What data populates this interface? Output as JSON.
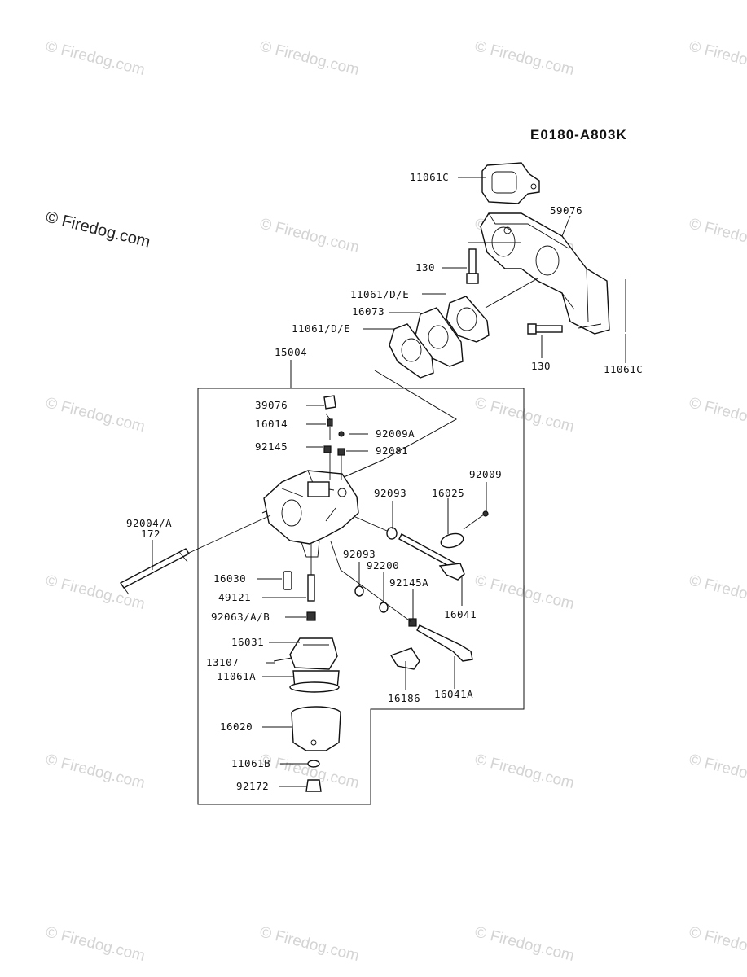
{
  "diagram_code": "E0180-A803K",
  "watermark_text": "© Firedog.com",
  "part_labels": {
    "p11061C_top": "11061C",
    "p59076": "59076",
    "p130_top": "130",
    "p11061DE_a": "11061/D/E",
    "p16073": "16073",
    "p11061DE_b": "11061/D/E",
    "p130_bottom": "130",
    "p11061C_right": "11061C",
    "p15004": "15004",
    "p39076": "39076",
    "p16014": "16014",
    "p92009A": "92009A",
    "p92145": "92145",
    "p92081": "92081",
    "p92009": "92009",
    "p92093_a": "92093",
    "p16025": "16025",
    "p92004A": "92004/A",
    "p172": "172",
    "p92093_b": "92093",
    "p92200": "92200",
    "p92145A": "92145A",
    "p16041": "16041",
    "p16030": "16030",
    "p49121": "49121",
    "p92063AB": "92063/A/B",
    "p16031": "16031",
    "p13107": "13107",
    "p11061A": "11061A",
    "p16186": "16186",
    "p16041A": "16041A",
    "p16020": "16020",
    "p11061B": "11061B",
    "p92172": "92172"
  }
}
